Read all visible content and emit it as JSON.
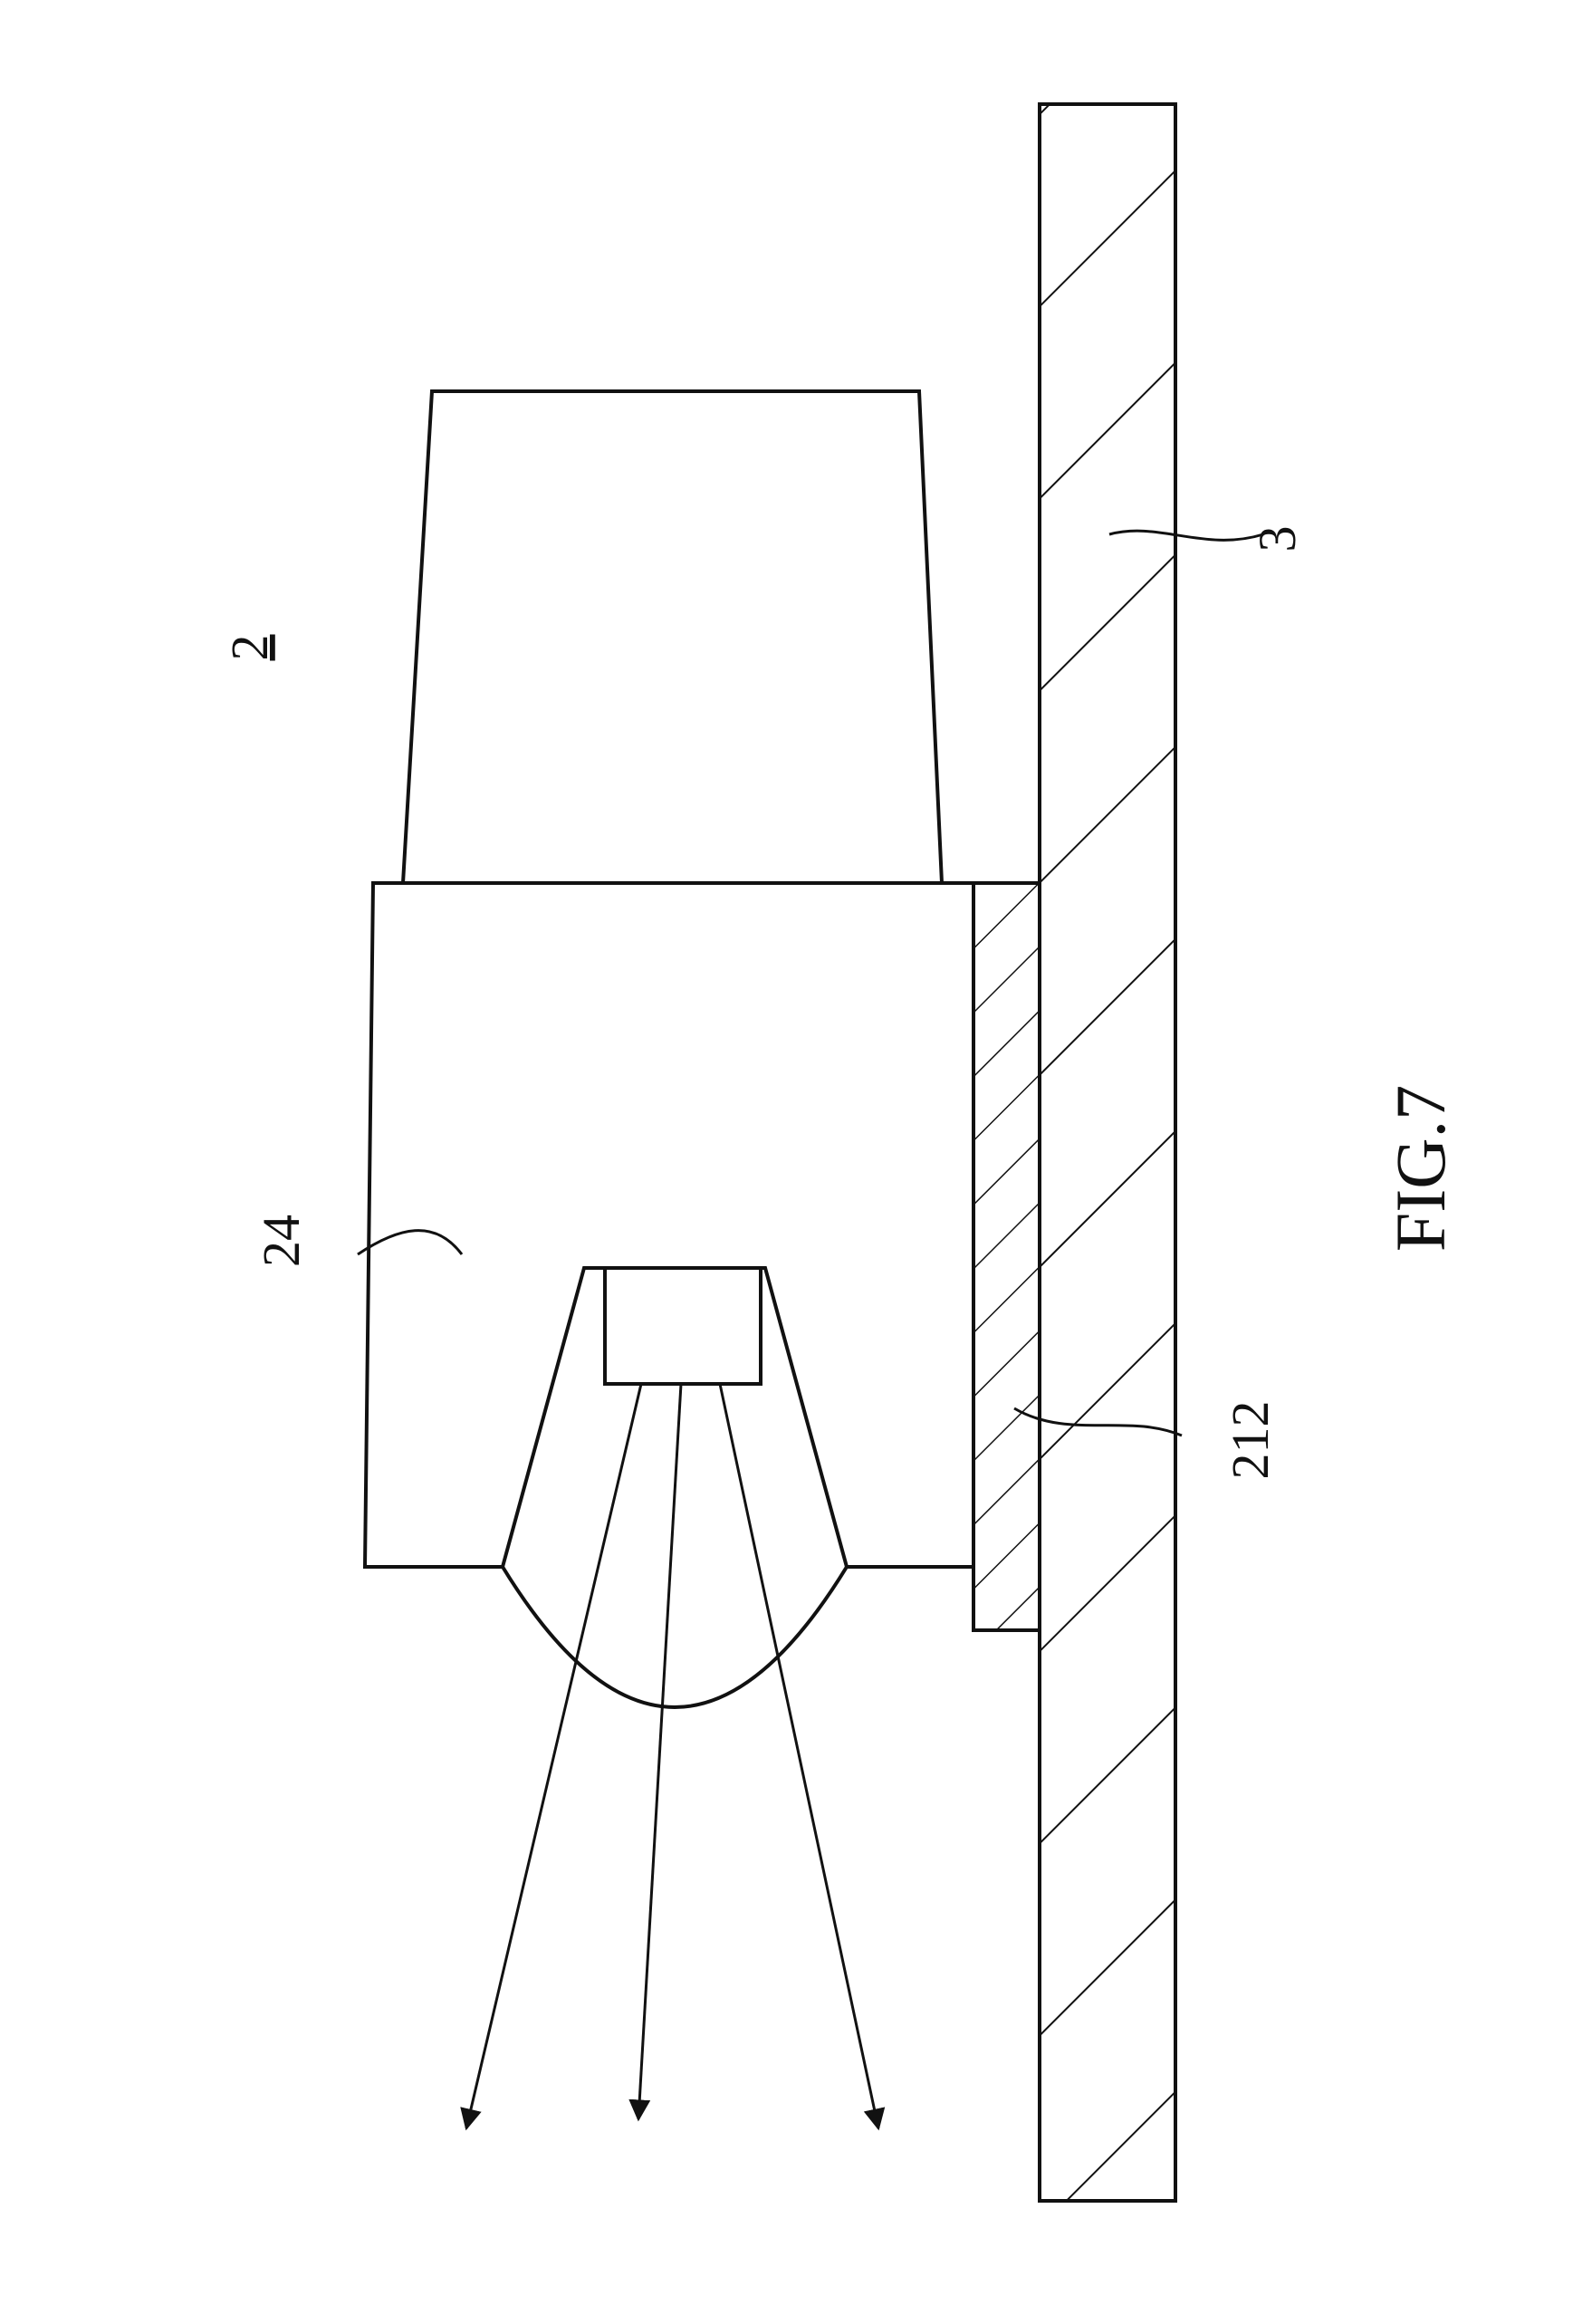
{
  "figure": {
    "caption": "FIG.7",
    "labels": {
      "device": "2",
      "lens_body": "24",
      "pad": "212",
      "substrate": "3"
    }
  },
  "colors": {
    "ink": "#111111",
    "paper": "#ffffff"
  }
}
